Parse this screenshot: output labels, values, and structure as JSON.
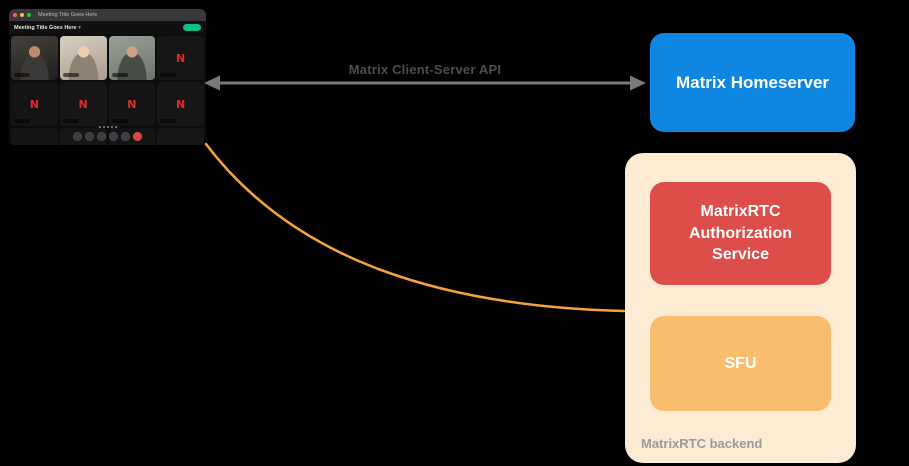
{
  "theme": {
    "bg": "#000000",
    "blue": "#0e86e2",
    "red": "#dd4e4a",
    "orange": "#f9bd6e",
    "peach": "#fdebd3",
    "link": "#f5a340",
    "arrow": "#7a7a7a",
    "api-label": "#4d4d4d",
    "backend-label": "#9b9b9b",
    "green-pill": "#0dbd8b",
    "avatar-red": "#e02b2b"
  },
  "diagram": {
    "api_arrow_label": "Matrix Client-Server API",
    "homeserver_label": "Matrix Homeserver",
    "auth_service_label": "MatrixRTC Authorization Service",
    "sfu_label": "SFU",
    "backend_label": "MatrixRTC backend"
  },
  "call_window": {
    "tab_title": "Meeting Title Goes Here",
    "call_title": "Meeting Title Goes Here",
    "title_chevron": "▾",
    "avatar_letter": "N",
    "page_dot_count": 5,
    "tiles": [
      {
        "kind": "person",
        "bg": "radial-gradient(circle at 50% 36%, #b98a6e 0 15%, rgba(0,0,0,0) 16%), radial-gradient(ellipse at 50% 98%, #3c3a38 0 42%, rgba(0,0,0,0) 43%), linear-gradient(160deg,#45413a,#211f1e)"
      },
      {
        "kind": "person",
        "bg": "radial-gradient(circle at 50% 36%, #ecd0ae 0 15%, rgba(0,0,0,0) 16%), radial-gradient(ellipse at 50% 98%, #8e8273 0 44%, rgba(0,0,0,0) 45%), linear-gradient(160deg,#d9d0c1,#a89d8d)"
      },
      {
        "kind": "person",
        "bg": "radial-gradient(circle at 50% 36%, #caa183 0 15%, rgba(0,0,0,0) 16%), radial-gradient(ellipse at 50% 98%, #474c47 0 44%, rgba(0,0,0,0) 45%), linear-gradient(160deg,#99a096,#6f756c)"
      },
      {
        "kind": "avatar",
        "bg": "#161616"
      },
      {
        "kind": "avatar",
        "bg": "#141414"
      },
      {
        "kind": "avatar",
        "bg": "#161616"
      },
      {
        "kind": "avatar",
        "bg": "#141414"
      },
      {
        "kind": "avatar",
        "bg": "#161616"
      },
      {
        "kind": "avatar",
        "bg": "#141414"
      },
      {
        "kind": "avatar",
        "bg": "#161616"
      },
      {
        "kind": "avatar",
        "bg": "#141414"
      },
      {
        "kind": "avatar",
        "bg": "#161616"
      }
    ],
    "controls": [
      {
        "name": "mic-button",
        "color": "#3a4045"
      },
      {
        "name": "camera-button",
        "color": "#3a4045"
      },
      {
        "name": "screenshare-button",
        "color": "#3a4045"
      },
      {
        "name": "chat-button",
        "color": "#3a4045"
      },
      {
        "name": "more-button",
        "color": "#3a4045"
      },
      {
        "name": "end-call-button",
        "color": "#df4343"
      }
    ]
  }
}
